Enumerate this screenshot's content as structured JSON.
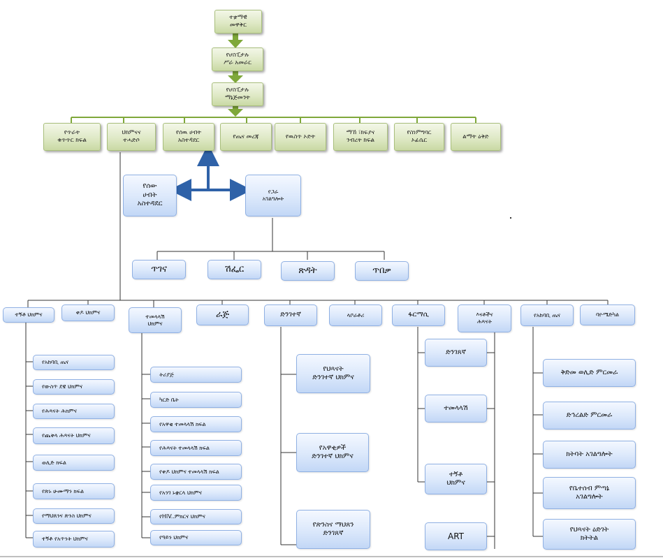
{
  "colors": {
    "green_box": "#dfe9c6",
    "green_line": "#7fa83a",
    "blue_box": "#dbe8fb",
    "blue_arrow": "#2f62a8",
    "connector": "#333333"
  },
  "top_chain": [
    {
      "text": "ተቋማዊ\nመዋቅር"
    },
    {
      "text": "የሆስፒታሉ\nሥራ አመራር"
    },
    {
      "text": "የሆስፒታሉ\nማኔጅመንት"
    }
  ],
  "departments": [
    {
      "text": "የጥራት\nቁጥጥር ክፍል"
    },
    {
      "text": "ህክምናና\nተሓድሶ"
    },
    {
      "text": "የሰዉ ሀብት\nአስተዳደር"
    },
    {
      "text": "የጤና መረጃ"
    },
    {
      "text": "የዉስጥ ኦድት"
    },
    {
      "text": "ማኸ ፣ክፍያና\nንብረት ክፍል"
    },
    {
      "text": "የስነምግባር\nኦፊሴር"
    },
    {
      "text": "ልማት ዕቅድ"
    }
  ],
  "hr_box": {
    "text": "የሰው\nሀብት\nአስተዳደር"
  },
  "support_box": {
    "text": "የጋራ\nአገልግሎት"
  },
  "support_items": [
    "ጥገና",
    "ሽፌር",
    "ጽዳት",
    "ጥበቃ"
  ],
  "units": [
    {
      "text": "ተኝቶ ህክምና"
    },
    {
      "text": "ቀዶ ህክምና"
    },
    {
      "text": "ተመላላሽ\nህክምና"
    },
    {
      "text": "ራጅ"
    },
    {
      "text": "ድንገተኛ"
    },
    {
      "text": "ላቦራቶሪ"
    },
    {
      "text": "ፋርማሲ"
    },
    {
      "text": "እናቶችና\nሕጻናት"
    },
    {
      "text": "የአከባቢ ጤና"
    },
    {
      "text": "ባዮሜድካል"
    }
  ],
  "inpatient_items": [
    "የአከባቢ ጤና",
    "የውስጥ ደዌ ህክምና",
    "የሕጻናት ሕክምና",
    "የጨቅላ ሕጻናት ህክምና",
    "ወሊድ ክፍል",
    "የጽኑ ሁሙማን ክፍል",
    "የማህጸንና ጽንስ ህክምና",
    "ተኝቶ የአጥንት ህክምና"
  ],
  "outpatient_items": [
    "ትሪያጅ",
    "ካርድ ቤት",
    "የአዋቂ ተመላላሽ ክፍል",
    "የሕጻናት ተመላላሽ ክፍል",
    "የቀዶ ህክምና ተመላላሽ ክፍል",
    "የአንገ ኑቋርላ ህክምና",
    "የHIV..ምክርና ህክምና",
    "የዓይን ህክምና"
  ],
  "emergency_items": [
    "የህጻናት\nድንገተኛ ህክምና",
    "የአዋቂዎች\nድንገተኛ ህክምና",
    "የጽንስና ማህጸን\nድንገጸኛ"
  ],
  "pharmacy_items": [
    "ድንገጸኛ",
    "ተመላላሽ",
    "ተኝቶ\nህክምና",
    "ART"
  ],
  "env_items": [
    "ቅድመ ወሊድ ምርመራ",
    "ድኅረልድ ምርመራ",
    "ክትባት አገልግሎት",
    "የቤተሰብ ምጣኔ\nአገልግሎት",
    "የህጻናት ዕድገት\nክትትል"
  ]
}
